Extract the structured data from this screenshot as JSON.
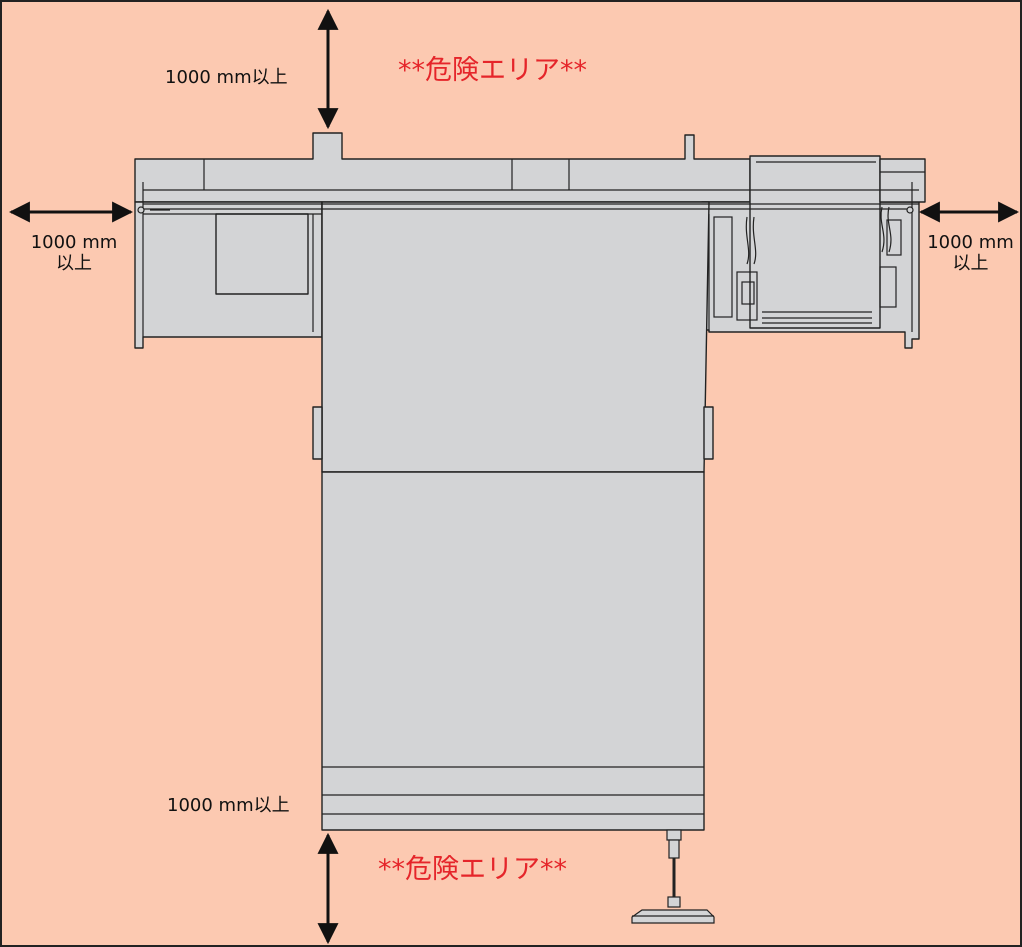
{
  "diagram": {
    "danger_label_top": "**危険エリア**",
    "danger_label_bottom": "**危険エリア**",
    "clearance_top": "1000 mm以上",
    "clearance_bottom": "1000 mm以上",
    "clearance_left_value": "1000 mm",
    "clearance_left_unit": "以上",
    "clearance_right_value": "1000 mm",
    "clearance_right_unit": "以上"
  },
  "colors": {
    "danger_area": "#fcc9b1",
    "machine_fill": "#d3d4d6",
    "machine_stroke": "#222222",
    "danger_text": "#e5252a"
  }
}
